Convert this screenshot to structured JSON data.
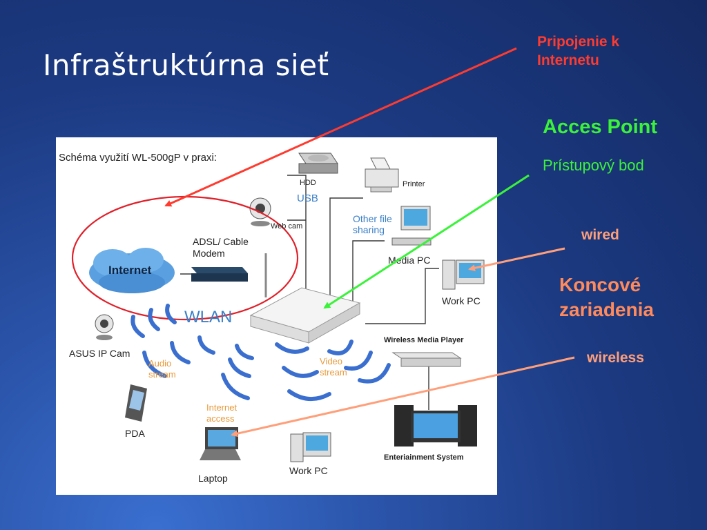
{
  "slide": {
    "title": "Infraštruktúrna sieť"
  },
  "callouts": {
    "internet_line1": "Pripojenie k",
    "internet_line2": "Internetu",
    "access_point": "Acces Point",
    "access_point_sub": "Prístupový bod",
    "wired": "wired",
    "end_devices_line1": "Koncové",
    "end_devices_line2": "zariadenia",
    "wireless": "wireless"
  },
  "diagram": {
    "caption": "Schéma využití WL-500gP v praxi:",
    "hdd": "HDD",
    "usb": "USB",
    "printer": "Printer",
    "webcam": "Web cam",
    "other_file_sharing_line1": "Other file",
    "other_file_sharing_line2": "sharing",
    "media_pc": "Media PC",
    "adsl_line1": "ADSL/ Cable",
    "adsl_line2": "Modem",
    "internet": "Internet",
    "work_pc_right": "Work PC",
    "wlan": "WLAN",
    "asus_ip_cam": "ASUS IP Cam",
    "audio_line1": "Audio",
    "audio_line2": "stream",
    "video_line1": "Video",
    "video_line2": "stream",
    "wireless_media_player": "Wireless Media Player",
    "pda": "PDA",
    "internet_access_line1": "Internet",
    "internet_access_line2": "access",
    "laptop": "Laptop",
    "work_pc_bottom": "Work PC",
    "entertainment_system": "Enteriainment System"
  },
  "colors": {
    "internet_callout": "#ff3b2f",
    "access_point_callout": "#3bf23b",
    "end_devices_callout": "#ff8a5c",
    "highlight_circle": "#e0202a",
    "wave_blue": "#3a6fd0"
  }
}
